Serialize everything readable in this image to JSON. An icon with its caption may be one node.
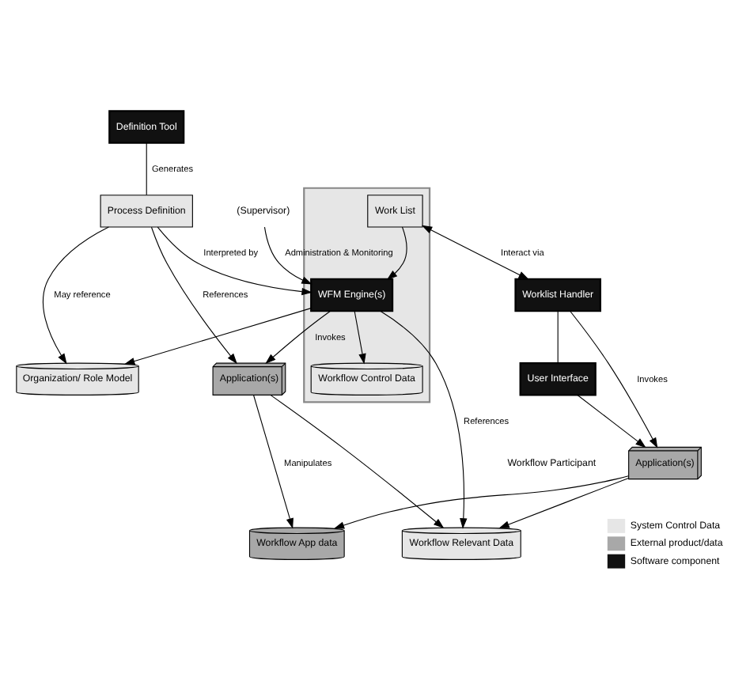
{
  "diagram": {
    "nodes": [
      {
        "text": [
          "Definition Tool"
        ]
      },
      {
        "text": [
          "Process Definition"
        ]
      },
      {
        "text": [
          "Organization/ Role Model"
        ]
      },
      {
        "text": [],
        "shape": "box"
      },
      {
        "text": [
          "WFM Engine(s)"
        ],
        "in": 3
      },
      {
        "text": [
          "Workflow Control Data"
        ],
        "in": 3
      },
      {
        "text": [
          "Work List"
        ],
        "in": 3
      },
      {
        "text": [
          "Workflow Relevant Data"
        ]
      },
      {
        "text": [
          "Application(s)"
        ]
      },
      {
        "text": [
          "Workflow App data"
        ]
      },
      {
        "text": [
          "(Supervisor)"
        ]
      },
      {
        "text": [
          "Worklist Handler"
        ]
      },
      {
        "text": [
          "User Interface"
        ]
      },
      {
        "text": [
          "Application(s)"
        ]
      },
      {
        "text": [
          "Workflow Participant"
        ]
      }
    ],
    "edges": [
      {
        "from": 0,
        "to": 1,
        "arrow": "none",
        "label": "Generates"
      },
      {
        "from": 1,
        "to": 2,
        "arrow": "to",
        "label": "May reference"
      },
      {
        "from": 1,
        "to": 8,
        "arrow": "to",
        "label": "References"
      },
      {
        "from": 1,
        "to": 4,
        "arrow": "to",
        "label": "Interpreted by"
      },
      {
        "from": 4,
        "to": 2,
        "arrow": "to"
      },
      {
        "from": 4,
        "to": 5,
        "arrow": "to"
      },
      {
        "from": 4,
        "to": 8,
        "arrow": "to",
        "label": "Invokes"
      },
      {
        "from": 4,
        "to": 7,
        "arrow": "to",
        "label": "References"
      },
      {
        "from": 6,
        "to": 4,
        "arrow": "to"
      },
      {
        "from": 10,
        "to": 4,
        "arrow": "to",
        "label": "Administration & Monitoring"
      },
      {
        "from": 6,
        "to": 11,
        "arrow": "both",
        "label": "Interact via"
      },
      {
        "from": 11,
        "to": 12,
        "arrow": "none"
      },
      {
        "from": 11,
        "to": 13,
        "arrow": "to",
        "label": "Invokes"
      },
      {
        "from": 12,
        "to": 13,
        "arrow": "to"
      },
      {
        "from": 8,
        "to": 9,
        "arrow": "to",
        "label": "Manipulates"
      },
      {
        "from": 8,
        "to": 7,
        "arrow": "to"
      },
      {
        "from": 13,
        "to": 9,
        "arrow": "to"
      },
      {
        "from": 13,
        "to": 7,
        "arrow": "to"
      }
    ],
    "legend": [
      {
        "text": "System Control Data",
        "color": "#e6e6e6"
      },
      {
        "text": "External product/data",
        "color": "#a8a8a8"
      },
      {
        "text": "Software component",
        "color": "#111111"
      }
    ]
  }
}
